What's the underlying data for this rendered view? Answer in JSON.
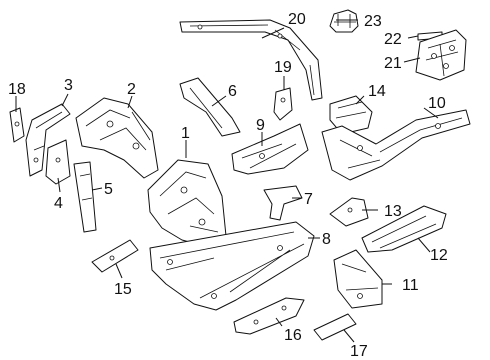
{
  "callouts": {
    "c1": "1",
    "c2": "2",
    "c3": "3",
    "c4": "4",
    "c5": "5",
    "c6": "6",
    "c7": "7",
    "c8": "8",
    "c9": "9",
    "c10": "10",
    "c11": "11",
    "c12": "12",
    "c13": "13",
    "c14": "14",
    "c15": "15",
    "c16": "16",
    "c17": "17",
    "c18": "18",
    "c19": "19",
    "c20": "20",
    "c21": "21",
    "c22": "22",
    "c23": "23"
  },
  "colors": {
    "line": "#111111",
    "background": "#ffffff"
  }
}
